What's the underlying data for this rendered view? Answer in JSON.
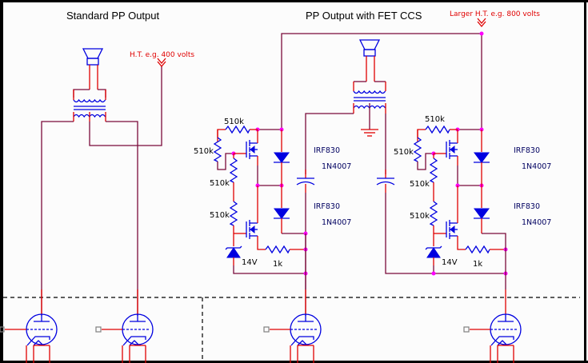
{
  "diagram": {
    "left_section": {
      "title": "Standard PP Output",
      "supply_label": "H.T. e.g. 400 volts"
    },
    "right_section": {
      "title": "PP Output with FET CCS",
      "supply_label": "Larger H.T. e.g. 800 volts"
    },
    "ccs_stage": {
      "resistor_top": "510k",
      "resistor_side": "510k",
      "resistor_mid": "510k",
      "resistor_low": "510k",
      "mosfet_upper": "IRF830",
      "mosfet_lower": "IRF830",
      "diode_upper": "1N4007",
      "diode_lower": "1N4007",
      "zener": "14V",
      "sense_resistor": "1k"
    },
    "colors": {
      "wire": "#7a0a3a",
      "pin_lead": "#e00000",
      "component": "#0000e0",
      "junction": "#ff00ff",
      "supply_text": "#e00000",
      "part_text": "#000060"
    }
  }
}
